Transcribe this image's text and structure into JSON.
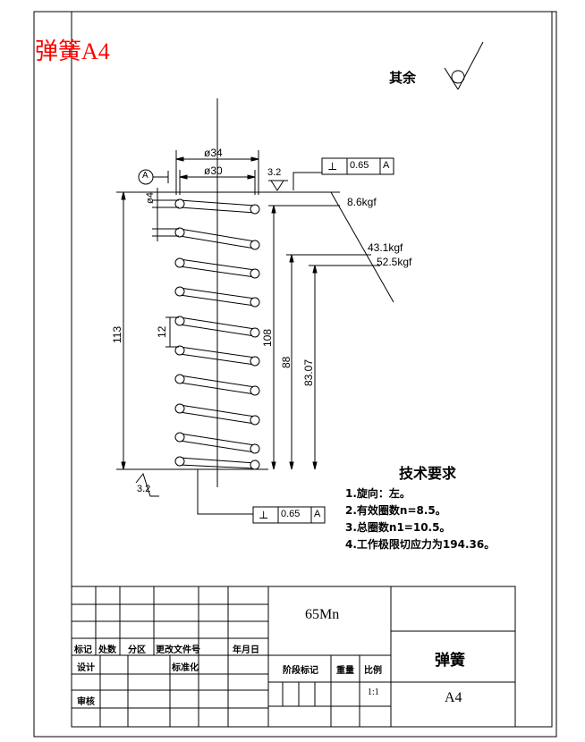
{
  "sheet_label": "弹簧A4",
  "roughness_note": "其余",
  "roughness_top": "3.2",
  "roughness_bottom": "3.2",
  "datum": "A",
  "tolerance_top": {
    "symbol": "⊥",
    "value": "0.65",
    "datum": "A"
  },
  "tolerance_bottom": {
    "symbol": "⊥",
    "value": "0.65",
    "datum": "A"
  },
  "dims": {
    "outer_dia": "ø34",
    "mid_dia": "ø30",
    "wire_dia": "ø4",
    "pitch": "12",
    "free_length": "113",
    "len_108": "108",
    "len_88": "88",
    "len_83": "83.07"
  },
  "loads": {
    "l1": "8.6kgf",
    "l2": "43.1kgf",
    "l3": "52.5kgf"
  },
  "tech": {
    "title": "技术要求",
    "items": [
      "1.旋向：左。",
      "2.有效圈数n=8.5。",
      "3.总圈数n1=10.5。",
      "4.工作极限切应力为194.36。"
    ]
  },
  "title_block": {
    "material": "65Mn",
    "part_name": "弹簧",
    "size": "A4",
    "scale": "1:1",
    "labels": {
      "mark": "标记",
      "count": "处数",
      "zone": "分区",
      "doc": "更改文件号",
      "date": "年月日",
      "design": "设计",
      "std": "标准化",
      "stage": "阶段标记",
      "weight": "重量",
      "scale": "比例",
      "review": "审核"
    }
  }
}
